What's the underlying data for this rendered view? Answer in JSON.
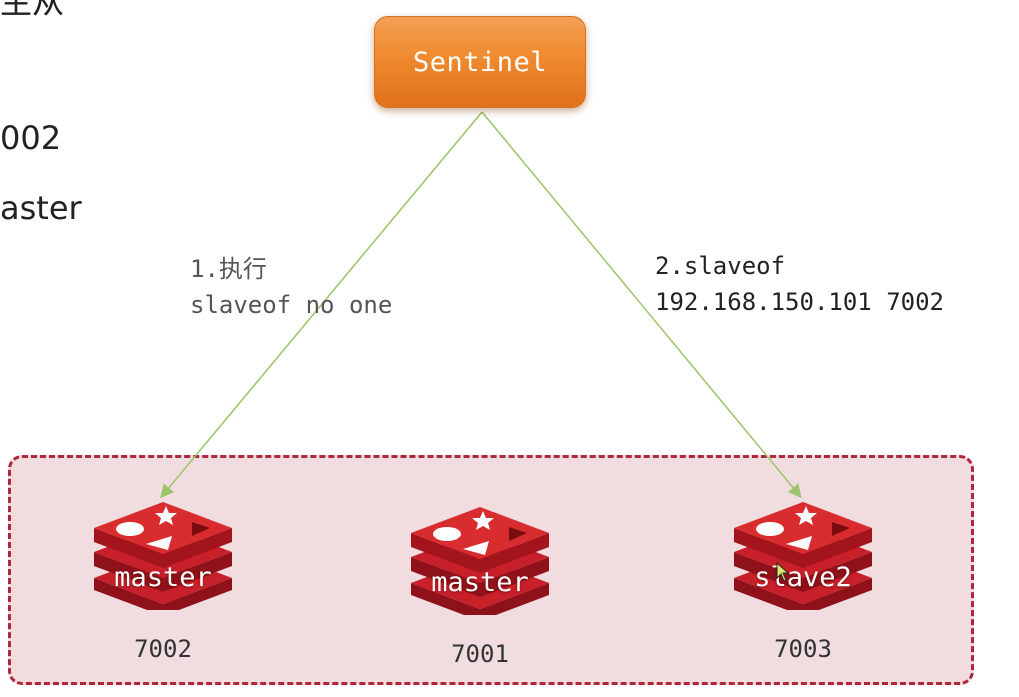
{
  "left_fragments": {
    "line1": "主从",
    "line2": "002",
    "line3": "aster"
  },
  "sentinel": {
    "label": "Sentinel"
  },
  "steps": {
    "step1": {
      "line1": "1.执行",
      "line2": "slaveof no one"
    },
    "step2": {
      "line1": "2.slaveof",
      "line2": "192.168.150.101 7002"
    }
  },
  "nodes": [
    {
      "role": "master",
      "port": "7002"
    },
    {
      "role": "master",
      "port": "7001"
    },
    {
      "role": "slave2",
      "port": "7003"
    }
  ],
  "colors": {
    "sentinel": "#ef8a2e",
    "cluster_fill": "#f1dde0",
    "cluster_border": "#b0263a",
    "arrow": "#9cc46a",
    "redis_red": "#c8202a"
  }
}
